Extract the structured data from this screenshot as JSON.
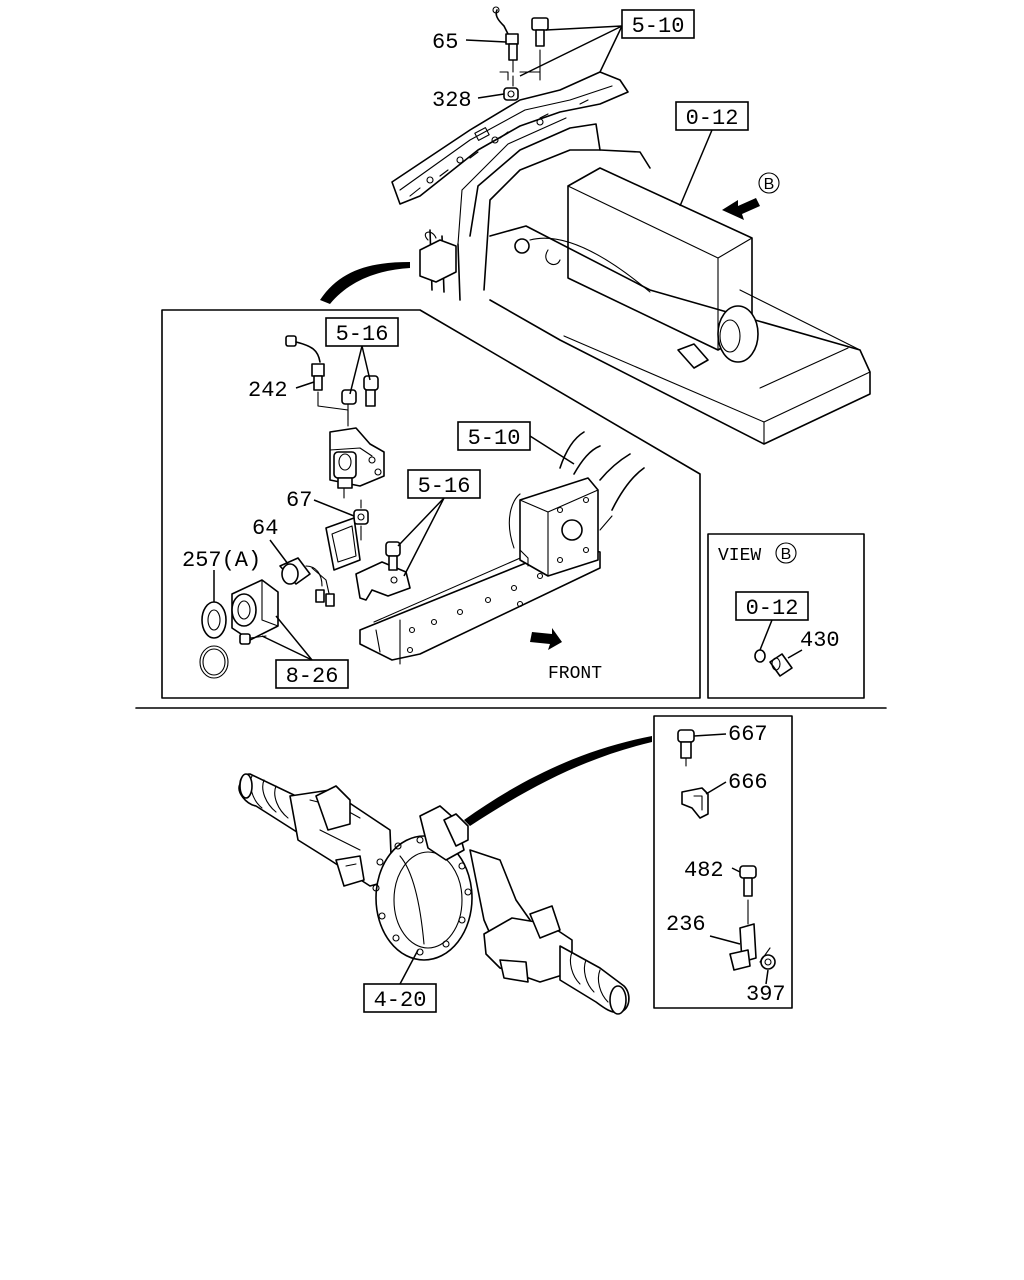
{
  "callouts": {
    "ref_5_10_top": "5-10",
    "ref_0_12_top": "0-12",
    "ref_5_16_a": "5-16",
    "ref_5_10_mid": "5-10",
    "ref_5_16_b": "5-16",
    "ref_8_26": "8-26",
    "ref_0_12_view": "0-12",
    "ref_4_20": "4-20"
  },
  "parts": {
    "p65": "65",
    "p328": "328",
    "p242": "242",
    "p67": "67",
    "p64": "64",
    "p257": "257(A)",
    "p430": "430",
    "p667": "667",
    "p666": "666",
    "p482": "482",
    "p236": "236",
    "p397": "397"
  },
  "labels": {
    "front": "FRONT",
    "view": "VIEW",
    "view_letter": "B",
    "arrow_letter": "B"
  }
}
